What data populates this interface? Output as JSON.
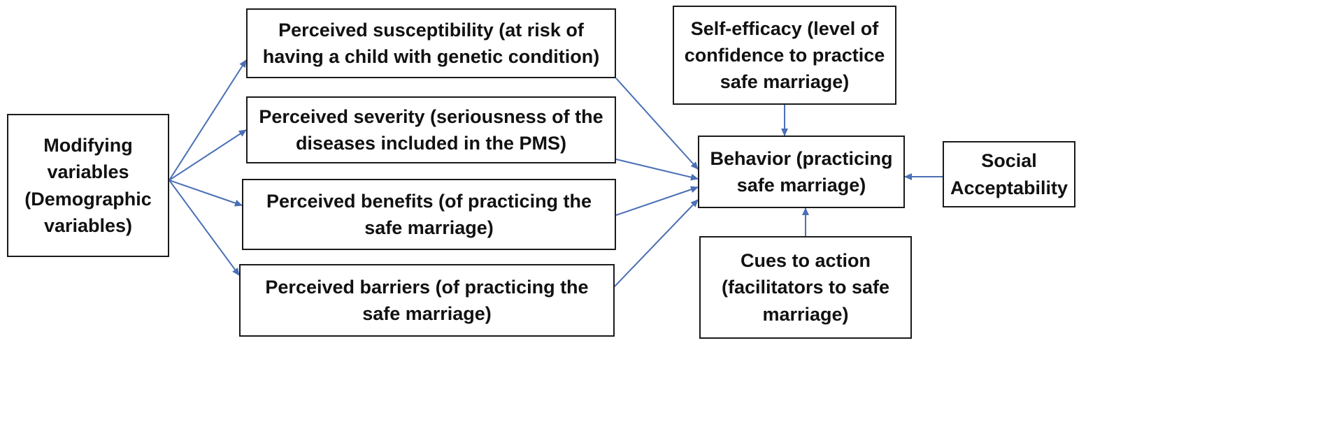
{
  "diagram": {
    "colors": {
      "arrow": "#4a6fb5",
      "box_border": "#1a1a1a",
      "text": "#111111"
    },
    "boxes": {
      "modifying": "Modifying\nvariables\n(Demographic\nvariables)",
      "susceptibility": "Perceived susceptibility (at risk of\nhaving a child with genetic condition)",
      "severity": "Perceived severity (seriousness of the\ndiseases included in the PMS)",
      "benefits": "Perceived benefits (of practicing the\nsafe marriage)",
      "barriers": "Perceived barriers (of practicing the\nsafe marriage)",
      "self_efficacy": "Self-efficacy (level of\nconfidence to practice\nsafe marriage)",
      "behavior": "Behavior (practicing\nsafe marriage)",
      "social": "Social\nAcceptability",
      "cues": "Cues to action\n(facilitators to safe\nmarriage)"
    },
    "edges": [
      {
        "from": "modifying",
        "to": "susceptibility"
      },
      {
        "from": "modifying",
        "to": "severity"
      },
      {
        "from": "modifying",
        "to": "benefits"
      },
      {
        "from": "modifying",
        "to": "barriers"
      },
      {
        "from": "susceptibility",
        "to": "behavior"
      },
      {
        "from": "severity",
        "to": "behavior"
      },
      {
        "from": "benefits",
        "to": "behavior"
      },
      {
        "from": "barriers",
        "to": "behavior"
      },
      {
        "from": "self_efficacy",
        "to": "behavior"
      },
      {
        "from": "social",
        "to": "behavior"
      },
      {
        "from": "cues",
        "to": "behavior"
      }
    ]
  }
}
